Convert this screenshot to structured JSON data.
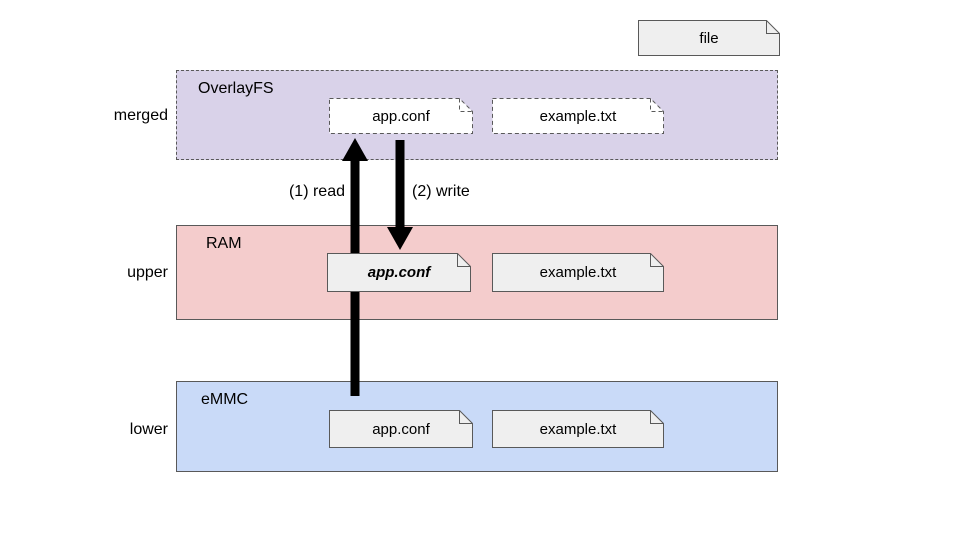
{
  "legend": {
    "file_label": "file"
  },
  "diagram": {
    "layers": [
      {
        "side_label": "merged",
        "title": "OverlayFS",
        "files": [
          "app.conf",
          "example.txt"
        ]
      },
      {
        "side_label": "upper",
        "title": "RAM",
        "files": [
          "app.conf",
          "example.txt"
        ]
      },
      {
        "side_label": "lower",
        "title": "eMMC",
        "files": [
          "app.conf",
          "example.txt"
        ]
      }
    ],
    "arrows": [
      {
        "label": "(1) read",
        "direction": "up"
      },
      {
        "label": "(2) write",
        "direction": "down"
      }
    ]
  },
  "colors": {
    "merged_fill": "#d9d2e9",
    "upper_fill": "#f4cccc",
    "lower_fill": "#c9daf8",
    "file_fill": "#efefef",
    "merged_file_fill": "#ffffff",
    "outline": "#595959",
    "arrow": "#000000"
  }
}
